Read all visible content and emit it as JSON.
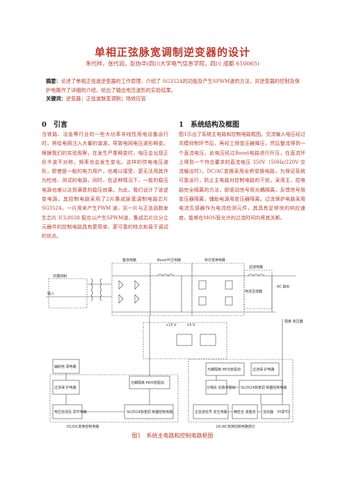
{
  "header": {
    "title": "单相正弦脉宽调制逆变器的设计",
    "authors": "朱代祥，张代润，彭协华(四川大学电气信息学院，四川 成都 610065)"
  },
  "abstract": {
    "label": "摘要：",
    "text": "论述了单相正弦波逆变器的工作原理，介绍了 SG3524的功能及产生SPWM波的方法，对逆变器的控制及保护电路作了详细的介绍，给出了输出电压波形的实验结果。"
  },
  "keywords": {
    "label": "关键词：",
    "text": "逆变器；正弦波脉宽调制；场效应管"
  },
  "sections": [
    {
      "heading": "0　引言",
      "text": "当铁路、冶金等行业的一些大功率非线性用电设备运行时，将给电网注入大量的谐波，导致电网电压波形畸变。根据我们的实验观察，在发生严重畸变时，电压会出现正负半波不对称，频率也会发生变化。这样的供电电压波形，即使是一般的电力用户，也难以接受，更无法用其作为检修、测试的电源。同时，在这种情况下，一般的稳压电源也难以达到满意的稳压效果。为此，我们设计了该逆变电源。其控制电路采用了2片集成脉宽调制电路芯片 SG3524，一片用来产生PWM 波，另一片与正弦函数发生芯片 ICL8038 配合以产生SPWM波，集成芯片比分立元器件的控制电路具有更简单、更可靠的特点和易于调试的优点。"
    },
    {
      "heading": "1　系统结构及框图",
      "text": "图1示出了系统主电路和控制电路框图。交流输入电压经过共模抑制环节后，再经工频变压器降压，然后整流得到一个直流电压，此电压经过Boost电路进行升压，在直流环上得到一个符合要求的直流电压 350V（50Hz/220V 交流输出时）。DC/AC变换采用全桥变换电路，为保证系统可靠运行，防止主电路对控制电路的干扰，采用主、控电路完全隔离的方法，即驱动信号用光耦隔离，反馈信号用变压器隔离，辅助电源用变压器隔离。过流保护电路采用电流互感器作为电流检测元件，其具有足够快的响应速度，能够在MOS管允许的过流时间内将其关断。"
    }
  ],
  "figure": {
    "labels": {
      "rectifier": "整流电路",
      "boost": "Boost升压电路",
      "bridge": "桥式变换电路",
      "filter": "滤波电路",
      "common_mode": "共模抑制",
      "input": "输入",
      "ac_output": "AC\n输出",
      "ct": "电流互感器",
      "iso_tf": "隔离\n变压器",
      "aux_power": "辅助电\n源电路",
      "oc_left": "过流保\n护电路",
      "mos_drive_left": "光耦隔离\nMOS管驱动",
      "volt_detect": "电压检测及\n调节电路",
      "sg3524_pwm": "SG3524脉宽调\n制器控制电路",
      "mos_drive_right": "光耦隔离\nMOS管驱动",
      "oc_right": "过流保\n护电路",
      "inv_delay": "分相反\n向脉冲驱动",
      "sg3524_spwm": "SG3524脉宽调\n制器控制电路",
      "sine_gen": "正弦波信号\n发生电路",
      "precise_rect": "精密全\n波整流",
      "adder": "加法器\n（PI调节）",
      "dcdc": "DC/DC变换控制电路",
      "dcac": "DC/AC变换控制电路部分",
      "v15": "+15 V",
      "v5": "+5 V"
    },
    "caption": "图1　系统主电路和控制电路框图"
  }
}
